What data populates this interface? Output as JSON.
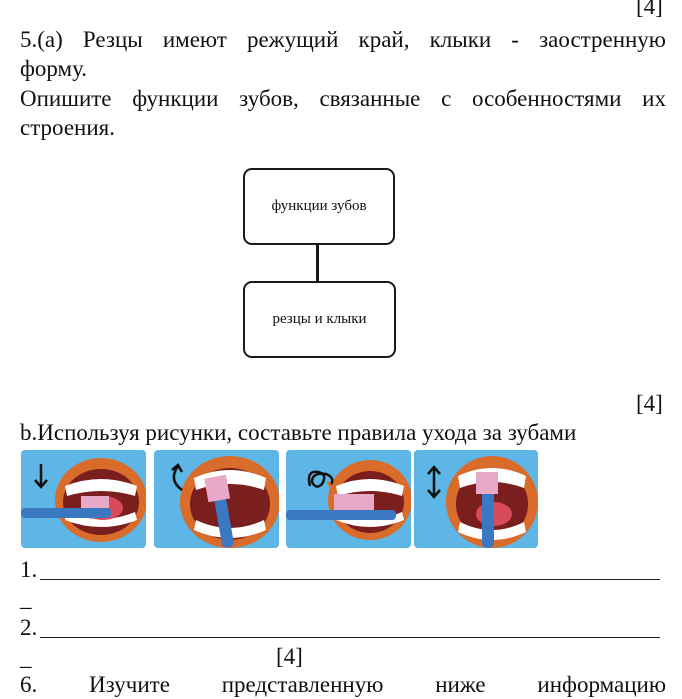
{
  "score_top": "[4]",
  "q5": {
    "a_line1": "5.(a) Резцы имеют режущий край, клыки - заостренную",
    "a_line2": "форму.",
    "task_line1": "Опишите функции зубов, связанные с особенностями их",
    "task_line2": "строения."
  },
  "diagram": {
    "top_box": "функции зубов",
    "bottom_box": "резцы и клыки"
  },
  "score_mid": "[4]",
  "q5b": {
    "prompt": "b.Используя рисунки, составьте правила ухода за зубами",
    "images": [
      {
        "name": "down-stroke",
        "arrow": "↓"
      },
      {
        "name": "curved-stroke",
        "arrow": "↶"
      },
      {
        "name": "circular-stroke",
        "arrow": "⟲"
      },
      {
        "name": "up-down-stroke",
        "arrow": "↕"
      }
    ],
    "answer1": "1.",
    "answer1_tail": "_",
    "answer2": "2.",
    "answer2_tail": "_"
  },
  "score_bottom": "[4]",
  "q6_cut": "6.    Изучите    представленную    ниже    информацию"
}
